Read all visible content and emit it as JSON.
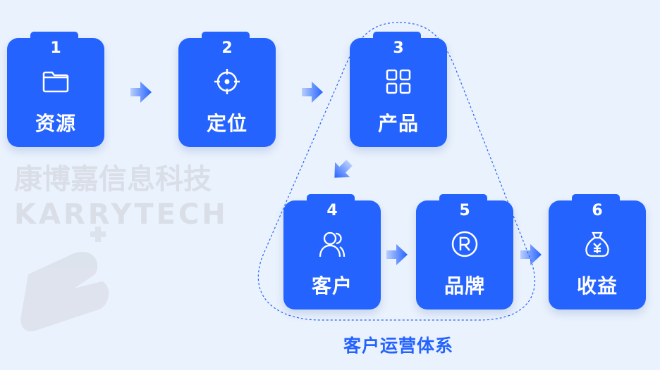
{
  "watermark": {
    "cn": "康博嘉信息科技",
    "en": "KARRYTECH"
  },
  "steps": [
    {
      "num": "1",
      "label": "资源",
      "icon": "folder-icon"
    },
    {
      "num": "2",
      "label": "定位",
      "icon": "target-icon"
    },
    {
      "num": "3",
      "label": "产品",
      "icon": "grid-icon"
    },
    {
      "num": "4",
      "label": "客户",
      "icon": "users-icon"
    },
    {
      "num": "5",
      "label": "品牌",
      "icon": "registered-icon"
    },
    {
      "num": "6",
      "label": "收益",
      "icon": "money-bag-icon"
    }
  ],
  "group_label": "客户运营体系",
  "colors": {
    "accent": "#2563FF",
    "background": "#EAF2FD"
  }
}
